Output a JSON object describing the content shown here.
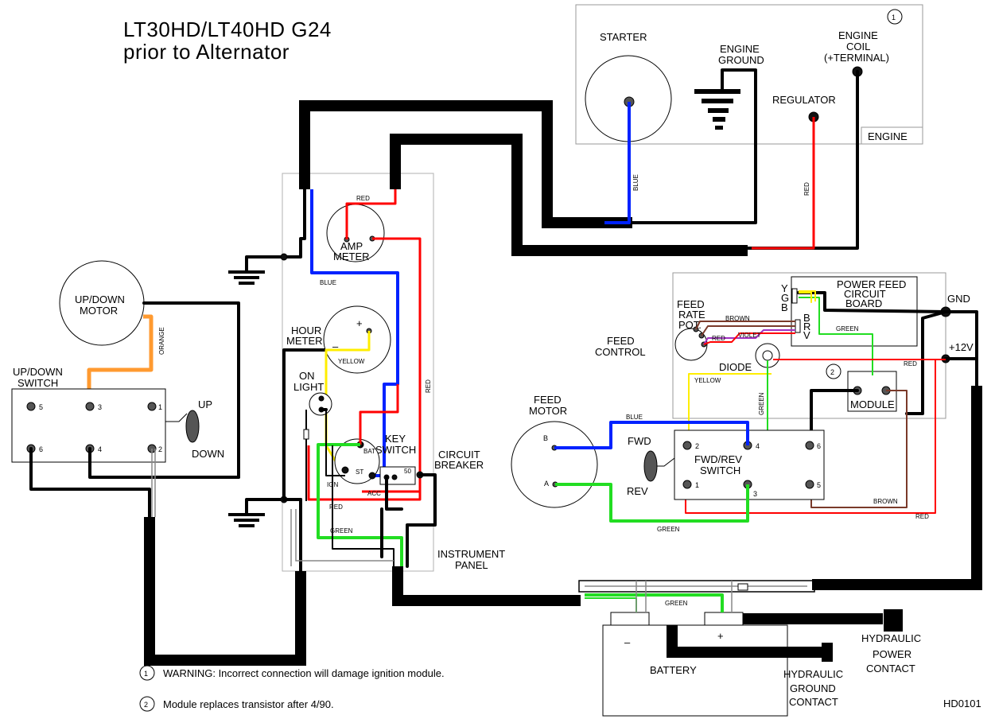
{
  "title": {
    "line1": "LT30HD/LT40HD G24",
    "line2": "prior to Alternator"
  },
  "engine": {
    "label": "ENGINE",
    "starter": "STARTER",
    "ground_line1": "ENGINE",
    "ground_line2": "GROUND",
    "coil_line1": "ENGINE",
    "coil_line2": "COIL",
    "coil_line3": "(+TERMINAL)",
    "regulator": "REGULATOR",
    "marker": "1"
  },
  "instrument_panel": {
    "label_line1": "INSTRUMENT",
    "label_line2": "PANEL",
    "amp_line1": "AMP",
    "amp_line2": "METER",
    "hour_line1": "HOUR",
    "hour_line2": "METER",
    "hour_plus": "+",
    "hour_minus": "–",
    "on_line1": "ON",
    "on_line2": "LIGHT",
    "key_line1": "KEY",
    "key_line2": "SWITCH",
    "key_bat": "BAT",
    "key_st": "ST",
    "key_ign": "IGN",
    "key_acc": "ACC",
    "breaker_line1": "CIRCUIT",
    "breaker_line2": "BREAKER",
    "breaker_value": "50"
  },
  "updown": {
    "motor_line1": "UP/DOWN",
    "motor_line2": "MOTOR",
    "switch_line1": "UP/DOWN",
    "switch_line2": "SWITCH",
    "up": "UP",
    "down": "DOWN",
    "terminals": [
      "5",
      "3",
      "1",
      "6",
      "4",
      "2"
    ]
  },
  "feed": {
    "control_line1": "FEED",
    "control_line2": "CONTROL",
    "pot_line1": "FEED",
    "pot_line2": "RATE",
    "pot_line3": "POT.",
    "board_line1": "POWER  FEED",
    "board_line2": "CIRCUIT",
    "board_line3": "BOARD",
    "pins_left": [
      "Y",
      "G",
      "B"
    ],
    "pins_right": [
      "B",
      "R",
      "V"
    ],
    "diode": "DIODE",
    "module": "MODULE",
    "module_marker": "2",
    "gnd": "GND",
    "v12": "+12V",
    "motor_line1": "FEED",
    "motor_line2": "MOTOR",
    "motor_b": "B",
    "motor_a": "A",
    "switch_line1": "FWD/REV",
    "switch_line2": "SWITCH",
    "fwd": "FWD",
    "rev": "REV",
    "terminals": [
      "2",
      "4",
      "6",
      "1",
      "3",
      "5"
    ]
  },
  "battery": {
    "label": "BATTERY",
    "minus": "–",
    "plus": "+",
    "hyd_power_line1": "HYDRAULIC",
    "hyd_power_line2": "POWER",
    "hyd_power_line3": "CONTACT",
    "hyd_ground_line1": "HYDRAULIC",
    "hyd_ground_line2": "GROUND",
    "hyd_ground_line3": "CONTACT"
  },
  "wire_labels": {
    "blue": "BLUE",
    "red": "RED",
    "green": "GREEN",
    "yellow": "YELLOW",
    "orange": "ORANGE",
    "brown": "BROWN",
    "violet": "VIOLET"
  },
  "notes": [
    {
      "marker": "1",
      "text": "WARNING:  Incorrect  connection  will  damage  ignition  module."
    },
    {
      "marker": "2",
      "text": "Module  replaces  transistor  after  4/90."
    }
  ],
  "drawing_id": "HD0101",
  "colors": {
    "red": "#ff0000",
    "blue": "#0022ff",
    "green": "#22dd22",
    "yellow": "#ffee00",
    "orange": "#ff9a30",
    "brown": "#7a3a2a",
    "violet": "#a030c0"
  }
}
